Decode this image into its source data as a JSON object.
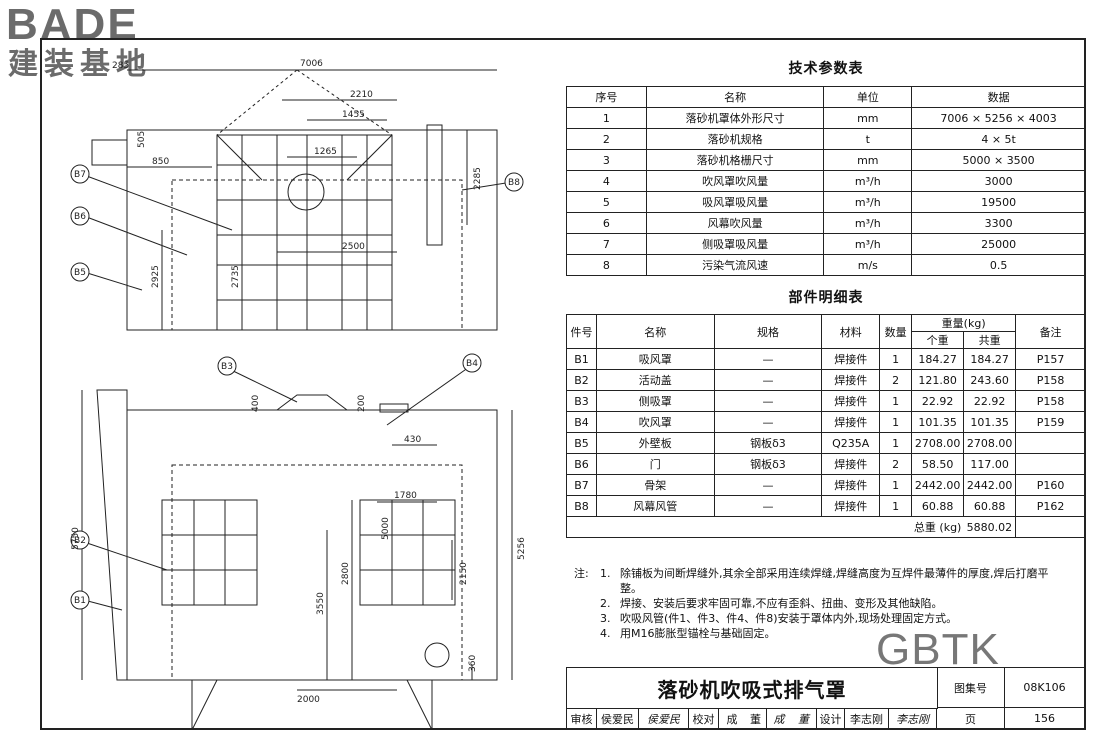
{
  "logo": {
    "brand": "BADE",
    "subtitle": "建装基地"
  },
  "watermark": "GBTK",
  "tech_table": {
    "caption": "技术参数表",
    "headers": [
      "序号",
      "名称",
      "单位",
      "数据"
    ],
    "rows": [
      [
        "1",
        "落砂机罩体外形尺寸",
        "mm",
        "7006 × 5256 × 4003"
      ],
      [
        "2",
        "落砂机规格",
        "t",
        "4 × 5t"
      ],
      [
        "3",
        "落砂机格栅尺寸",
        "mm",
        "5000 × 3500"
      ],
      [
        "4",
        "吹风罩吹风量",
        "m³/h",
        "3000"
      ],
      [
        "5",
        "吸风罩吸风量",
        "m³/h",
        "19500"
      ],
      [
        "6",
        "风幕吹风量",
        "m³/h",
        "3300"
      ],
      [
        "7",
        "侧吸罩吸风量",
        "m³/h",
        "25000"
      ],
      [
        "8",
        "污染气流风速",
        "m/s",
        "0.5"
      ]
    ]
  },
  "parts_table": {
    "caption": "部件明细表",
    "headers": {
      "no": "件号",
      "name": "名称",
      "spec": "规格",
      "material": "材料",
      "qty": "数量",
      "weight": "重量(kg)",
      "unit_w": "个重",
      "total_w": "共重",
      "remark": "备注"
    },
    "rows": [
      [
        "B1",
        "吸风罩",
        "—",
        "焊接件",
        "1",
        "184.27",
        "184.27",
        "P157"
      ],
      [
        "B2",
        "活动盖",
        "—",
        "焊接件",
        "2",
        "121.80",
        "243.60",
        "P158"
      ],
      [
        "B3",
        "侧吸罩",
        "—",
        "焊接件",
        "1",
        "22.92",
        "22.92",
        "P158"
      ],
      [
        "B4",
        "吹风罩",
        "—",
        "焊接件",
        "1",
        "101.35",
        "101.35",
        "P159"
      ],
      [
        "B5",
        "外壁板",
        "钢板δ3",
        "Q235A",
        "1",
        "2708.00",
        "2708.00",
        ""
      ],
      [
        "B6",
        "门",
        "钢板δ3",
        "焊接件",
        "2",
        "58.50",
        "117.00",
        ""
      ],
      [
        "B7",
        "骨架",
        "—",
        "焊接件",
        "1",
        "2442.00",
        "2442.00",
        "P160"
      ],
      [
        "B8",
        "风幕风管",
        "—",
        "焊接件",
        "1",
        "60.88",
        "60.88",
        "P162"
      ]
    ],
    "total_label": "总重 (kg)",
    "total_value": "5880.02"
  },
  "notes": {
    "label": "注:",
    "items": [
      {
        "n": "1.",
        "text": "除铺板为间断焊缝外,其余全部采用连续焊缝,焊缝高度为互焊件最薄件的厚度,焊后打磨平整。"
      },
      {
        "n": "2.",
        "text": "焊接、安装后要求牢固可靠,不应有歪斜、扭曲、变形及其他缺陷。"
      },
      {
        "n": "3.",
        "text": "吹吸风管(件1、件3、件4、件8)安装于罩体内外,现场处理固定方式。"
      },
      {
        "n": "4.",
        "text": "用M16膨胀型锚栓与基础固定。"
      }
    ]
  },
  "title_block": {
    "title": "落砂机吹吸式排气罩",
    "atlas_label": "图集号",
    "atlas_no": "08K106",
    "page_label": "页",
    "page_no": "156",
    "sign": [
      "审核",
      "侯爱民",
      "侯爱民",
      "校对",
      "成",
      "董",
      "成",
      "董",
      "设计",
      "李志刚",
      "李志刚"
    ]
  },
  "drawing": {
    "balloons": [
      "B7",
      "B6",
      "B5",
      "B8",
      "B3",
      "B4",
      "B2",
      "B1"
    ],
    "dims_top": [
      "7006",
      "2210",
      "1455",
      "850",
      "1265",
      "2500",
      "505",
      "2285",
      "2925",
      "2735",
      "285"
    ],
    "dims_bottom": [
      "400",
      "200",
      "430",
      "1780",
      "5000",
      "2150",
      "2800",
      "3550",
      "5750",
      "5256",
      "2000",
      "360"
    ]
  }
}
